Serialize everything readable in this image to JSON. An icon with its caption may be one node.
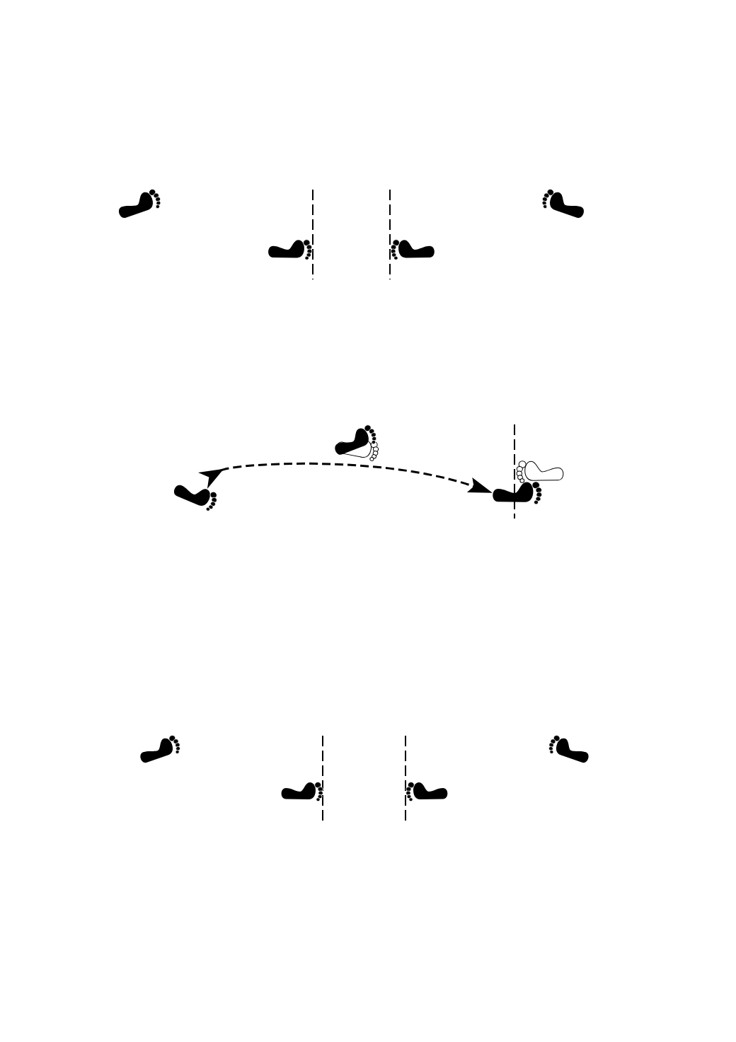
{
  "diagram": {
    "nodes": [
      {
        "text": [],
        "shape": "picture"
      },
      {
        "text": [],
        "shape": "picture"
      },
      {
        "text": [],
        "shape": "picture"
      },
      {
        "text": [],
        "shape": "picture"
      },
      {
        "text": [],
        "shape": "picture"
      },
      {
        "text": [],
        "shape": "picture"
      },
      {
        "text": [],
        "shape": "picture"
      },
      {
        "text": [],
        "shape": "picture"
      },
      {
        "text": [],
        "shape": "picture"
      },
      {
        "text": [],
        "shape": "picture"
      },
      {
        "text": [],
        "shape": "picture"
      },
      {
        "text": [],
        "shape": "picture"
      },
      {
        "text": [],
        "shape": "picture"
      }
    ],
    "edges": [
      {
        "from": 7,
        "to": 8,
        "arrow": "to",
        "style": "dashed"
      }
    ]
  }
}
